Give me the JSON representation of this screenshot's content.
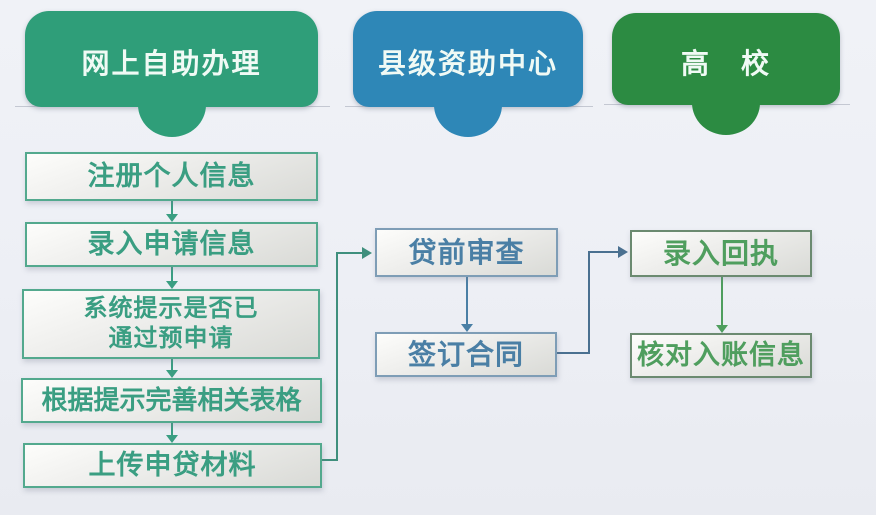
{
  "flow": {
    "col1": {
      "header": "网上自助办理",
      "step1": "注册个人信息",
      "step2": "录入申请信息",
      "step3_line1": "系统提示是否已",
      "step3_line2": "通过预申请",
      "step4": "根据提示完善相关表格",
      "step5": "上传申贷材料"
    },
    "col2": {
      "header": "县级资助中心",
      "step1": "贷前审查",
      "step2": "签订合同"
    },
    "col3": {
      "header": "高　校",
      "step1": "录入回执",
      "step2": "核对入账信息"
    }
  },
  "colors": {
    "c1_header": "#2f9e79",
    "c2_header": "#2e87b7",
    "c3_header": "#2c8b42",
    "c1_accent": "#3a9e82",
    "c2_accent": "#4a7fa5",
    "c3_accent": "#4f9e5e",
    "c1_border": "#53a98e",
    "c2_border": "#7e9db6",
    "c3_border": "#6b8a70",
    "connector1": "#3f8f7d",
    "connector2": "#4a7090",
    "background": "#edeff5",
    "header_text": "#f0faf5"
  }
}
